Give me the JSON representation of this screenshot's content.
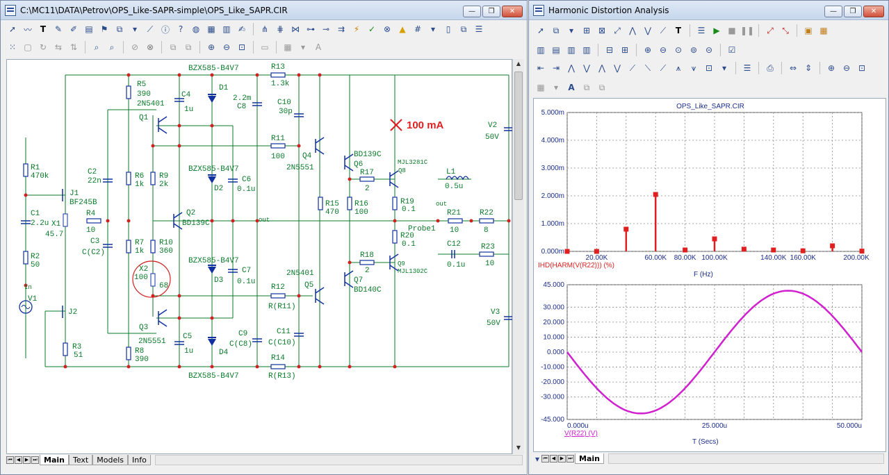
{
  "left_window": {
    "title": "C:\\MC11\\DATA\\Petrov\\OPS_Like-SAPR-simple\\OPS_Like_SAPR.CIR",
    "buttons": {
      "minimize": "—",
      "maximize": "❐",
      "close": "✕"
    },
    "tabs": [
      {
        "label": "Main",
        "active": true
      },
      {
        "label": "Text",
        "active": false
      },
      {
        "label": "Models",
        "active": false
      },
      {
        "label": "Info",
        "active": false
      }
    ]
  },
  "schematic": {
    "labels": {
      "zener_top": "BZX585-B4V7",
      "zener_mid1": "BZX585-B4V7",
      "zener_mid2": "BZX585-B4V7",
      "zener_bot": "BZX585-B4V7",
      "r5": "R5",
      "r5v": "390",
      "q1t": "2N5401",
      "q1": "Q1",
      "c4": "C4",
      "c4v": "1u",
      "d1": "D1",
      "c8v": "2.2m",
      "c8": "C8",
      "r13": "R13",
      "r13v": "1.3k",
      "c10": "C10",
      "c10v": "30p",
      "r11": "R11",
      "r11v": "100",
      "q4": "Q4",
      "q4t": "2N5551",
      "q6t": "BD139C",
      "q6": "Q6",
      "q8t": "MJL3281C",
      "q8": "Q8",
      "r17": "R17",
      "r17v": "2",
      "l1": "L1",
      "l1v": "0.5u",
      "r1": "R1",
      "r1v": "470k",
      "j1": "J1",
      "j1t": "BF245B",
      "c2": "C2",
      "c2v": "22n",
      "r6": "R6",
      "r6v": "1k",
      "r9": "R9",
      "r9v": "2k",
      "d2": "D2",
      "c6": "C6",
      "c6v": "0.1u",
      "c1": "C1",
      "c1v": "2.2u",
      "x1": "X1",
      "x1v": "45.7",
      "r4": "R4",
      "r4v": "10",
      "q2": "Q2",
      "q2t": "BD139C",
      "out1": "out",
      "r15": "R15",
      "r15v": "470",
      "r16": "R16",
      "r16v": "100",
      "r19": "R19",
      "r19v": "0.1",
      "out2": "out",
      "r21": "R21",
      "r21v": "10",
      "r22": "R22",
      "r22v": "8",
      "probe": "Probe1",
      "r20": "R20",
      "r20v": "0.1",
      "c12": "C12",
      "c12v": "0.1u",
      "r23": "R23",
      "r23v": "10",
      "c3": "C3",
      "c3v": "C(C2)",
      "r7": "R7",
      "r7v": "1k",
      "r10": "R10",
      "r10v": "360",
      "r2": "R2",
      "r2v": "50",
      "x2": "X2",
      "x2v": "100",
      "x2v2": "68",
      "d3": "D3",
      "c7": "C7",
      "c7v": "0.1u",
      "q5t": "2N5401",
      "q5": "Q5",
      "q7": "Q7",
      "q7t": "BD140C",
      "r18": "R18",
      "r18v": "2",
      "q9": "Q9",
      "q9t": "MJL1302C",
      "r12": "R12",
      "r12v": "R(R11)",
      "v1": "V1",
      "in": "In",
      "j2": "J2",
      "q3": "Q3",
      "q3t": "2N5551",
      "c5": "C5",
      "c5v": "1u",
      "c9": "C9",
      "c9v": "C(C8)",
      "c11": "C11",
      "c11v": "C(C10)",
      "r3": "R3",
      "r3v": "51",
      "r8": "R8",
      "r8v": "390",
      "d4": "D4",
      "r14": "R14",
      "r14v": "R(R13)",
      "v2": "V2",
      "v2v": "50V",
      "v3": "V3",
      "v3v": "50V",
      "current": "100 mA"
    }
  },
  "right_window": {
    "title": "Harmonic Distortion Analysis",
    "buttons": {
      "minimize": "—",
      "maximize": "❐",
      "close": "✕"
    },
    "tabs": [
      {
        "label": "Main",
        "active": true
      }
    ]
  },
  "plot1": {
    "title": "OPS_Like_SAPR.CIR",
    "y_ticks": [
      "5.000m",
      "4.000m",
      "3.000m",
      "2.000m",
      "1.000m",
      "0.000m"
    ],
    "x_ticks": [
      "20.00K",
      "60.00K",
      "80.00K",
      "100.00K",
      "140.00K",
      "160.00K",
      "200.00K"
    ],
    "legend": "IHD(HARM(V(R22))) (%)",
    "xlabel": "F (Hz)"
  },
  "plot2": {
    "y_ticks": [
      "45.000",
      "30.000",
      "20.000",
      "10.000",
      "0.000",
      "-10.000",
      "-20.000",
      "-30.000",
      "-45.000"
    ],
    "x_ticks": [
      "0.000u",
      "25.000u",
      "50.000u"
    ],
    "legend": "V(R22) (V)",
    "xlabel": "T (Secs)"
  },
  "chart_data": [
    {
      "type": "bar",
      "title": "OPS_Like_SAPR.CIR",
      "xlabel": "F (Hz)",
      "ylabel": "IHD(HARM(V(R22))) (%)",
      "x": [
        0,
        20000,
        40000,
        60000,
        80000,
        100000,
        120000,
        140000,
        160000,
        180000,
        200000
      ],
      "values": [
        0.0,
        0.0,
        0.0008,
        0.00205,
        5e-05,
        0.00045,
        8e-05,
        5e-05,
        2e-05,
        0.0002,
        1e-05
      ],
      "xlim": [
        0,
        200000
      ],
      "ylim": [
        0,
        0.005
      ],
      "color": "#e02020",
      "grid": true
    },
    {
      "type": "line",
      "xlabel": "T (Secs)",
      "ylabel": "V(R22) (V)",
      "series": [
        {
          "name": "V(R22) (V)",
          "amplitude": 41,
          "period": 5e-05,
          "phase": "negative-sine"
        }
      ],
      "xlim": [
        0,
        5e-05
      ],
      "ylim": [
        -45,
        45
      ],
      "color": "#d020d0",
      "grid": true
    }
  ]
}
